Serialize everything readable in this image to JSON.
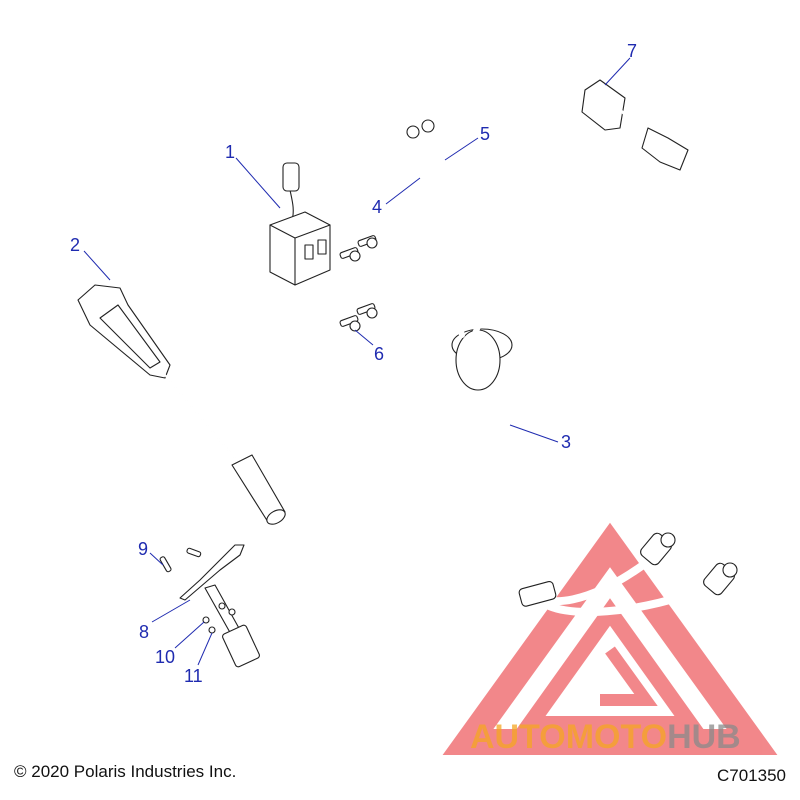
{
  "diagram": {
    "callouts": [
      {
        "id": "1",
        "label": "1"
      },
      {
        "id": "2",
        "label": "2"
      },
      {
        "id": "3",
        "label": "3"
      },
      {
        "id": "4",
        "label": "4"
      },
      {
        "id": "5",
        "label": "5"
      },
      {
        "id": "6",
        "label": "6"
      },
      {
        "id": "7",
        "label": "7"
      },
      {
        "id": "8",
        "label": "8"
      },
      {
        "id": "9",
        "label": "9"
      },
      {
        "id": "10",
        "label": "10"
      },
      {
        "id": "11",
        "label": "11"
      }
    ],
    "callout_color": "#1f2bb0"
  },
  "watermark": {
    "brand_part1": "AUTOMOTO",
    "brand_part2": "HUB",
    "color_red": "#e8262b",
    "color_orange": "#f5a623",
    "color_gray": "#8a8a8a"
  },
  "footer": {
    "copyright": "© 2020 Polaris Industries Inc.",
    "drawing_id": "C701350"
  }
}
